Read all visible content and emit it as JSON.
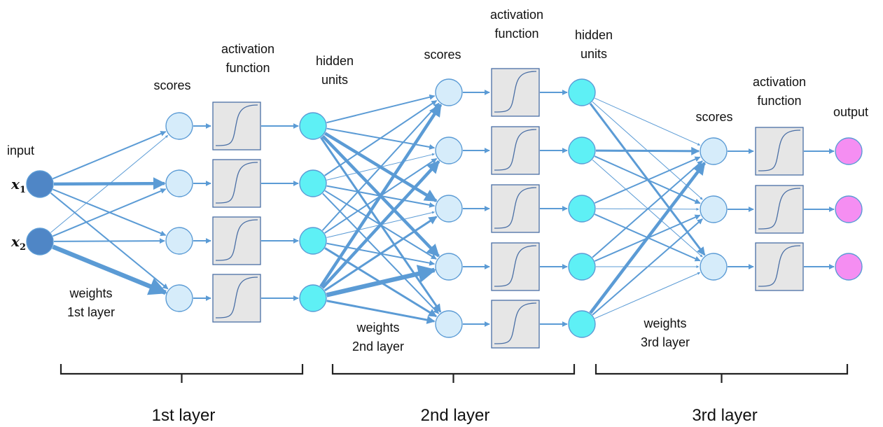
{
  "labels": {
    "input": "input",
    "scores": "scores",
    "activation_function_line1": "activation",
    "activation_function_line2": "function",
    "hidden_units_line1": "hidden",
    "hidden_units_line2": "units",
    "output": "output",
    "weights": "weights",
    "first_layer_weights": "1st layer",
    "second_layer_weights": "2nd layer",
    "third_layer_weights": "3rd layer",
    "x1_symbol": "x",
    "x1_subscript": "1",
    "x2_symbol": "x",
    "x2_subscript": "2"
  },
  "layers": [
    {
      "name": "1st layer"
    },
    {
      "name": "2nd layer"
    },
    {
      "name": "3rd layer"
    }
  ],
  "colors": {
    "edge": "#5b9bd5",
    "input_node": "#4f86c6",
    "score_node": "#d6ecfa",
    "hidden_node": "#5ef0f5",
    "output_node": "#f58ef2",
    "activation_box": "#e6e6e6",
    "activation_curve": "#4a6fa5",
    "bracket": "#222222"
  },
  "network": {
    "input_units": 2,
    "layer1_units": 4,
    "layer2_units": 5,
    "output_units": 3
  }
}
